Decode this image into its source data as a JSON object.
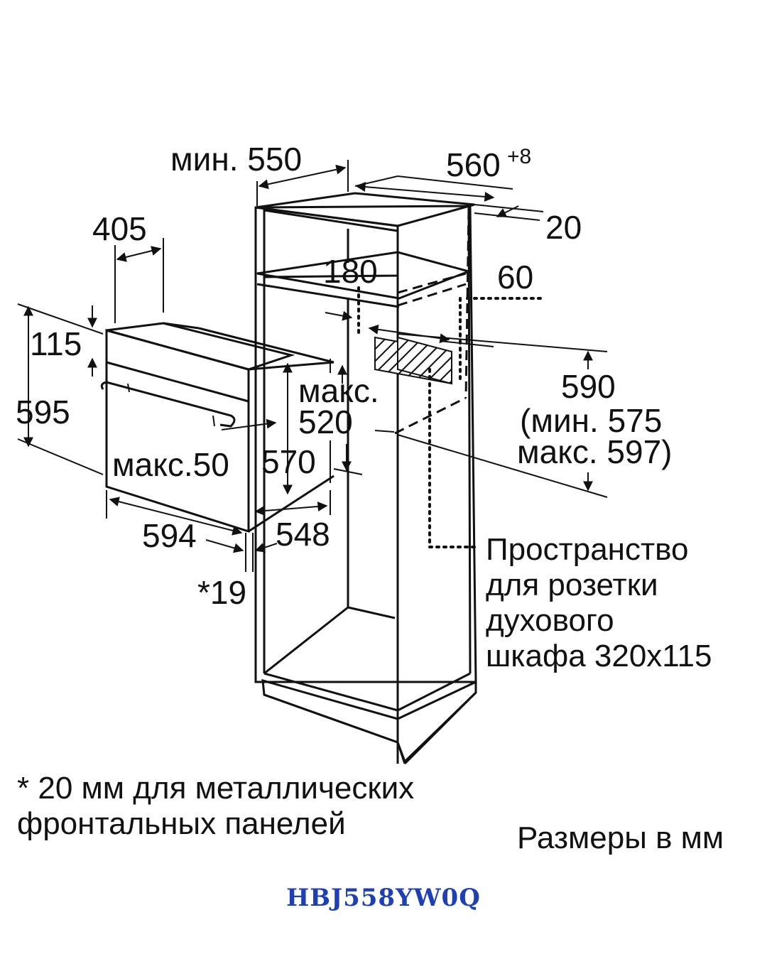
{
  "dimensions": {
    "min_550": "мин. 550",
    "d560": "560",
    "d560_tol": "+8",
    "d20": "20",
    "d405": "405",
    "d180": "180",
    "d60": "60",
    "d115": "115",
    "d595": "595",
    "max_label": "макс.",
    "d520": "520",
    "d590": "590",
    "min575": "(мин. 575",
    "max597": "макс. 597)",
    "max50": "макс.50",
    "d570": "570",
    "d594": "594",
    "d548": "548",
    "d19": "*19"
  },
  "socket_note": {
    "line1": "Пространство",
    "line2": "для розетки",
    "line3": "духового",
    "line4": "шкафа 320x115"
  },
  "footnote": {
    "line1": "* 20 мм для металлических",
    "line2": "фронтальных панелей"
  },
  "units_note": "Размеры в мм",
  "model": "HBJ558YW0Q",
  "colors": {
    "line": "#111111",
    "model_text": "#1f3fb5",
    "background": "#ffffff"
  }
}
